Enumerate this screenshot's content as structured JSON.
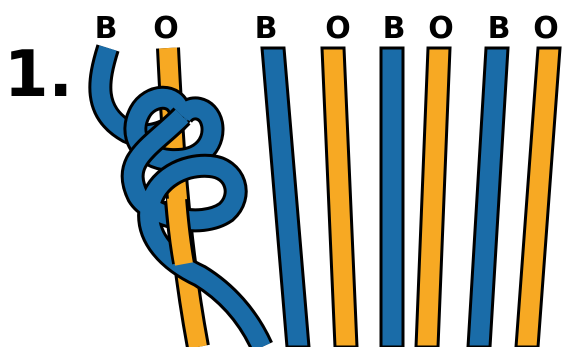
{
  "step_number": "1.",
  "strand_labels": [
    "B",
    "O",
    "B",
    "O",
    "B",
    "O",
    "B",
    "O"
  ],
  "colors": {
    "B": "#1a6ca8",
    "O": "#f7a923",
    "outline": "#000000",
    "background": "#ffffff"
  }
}
